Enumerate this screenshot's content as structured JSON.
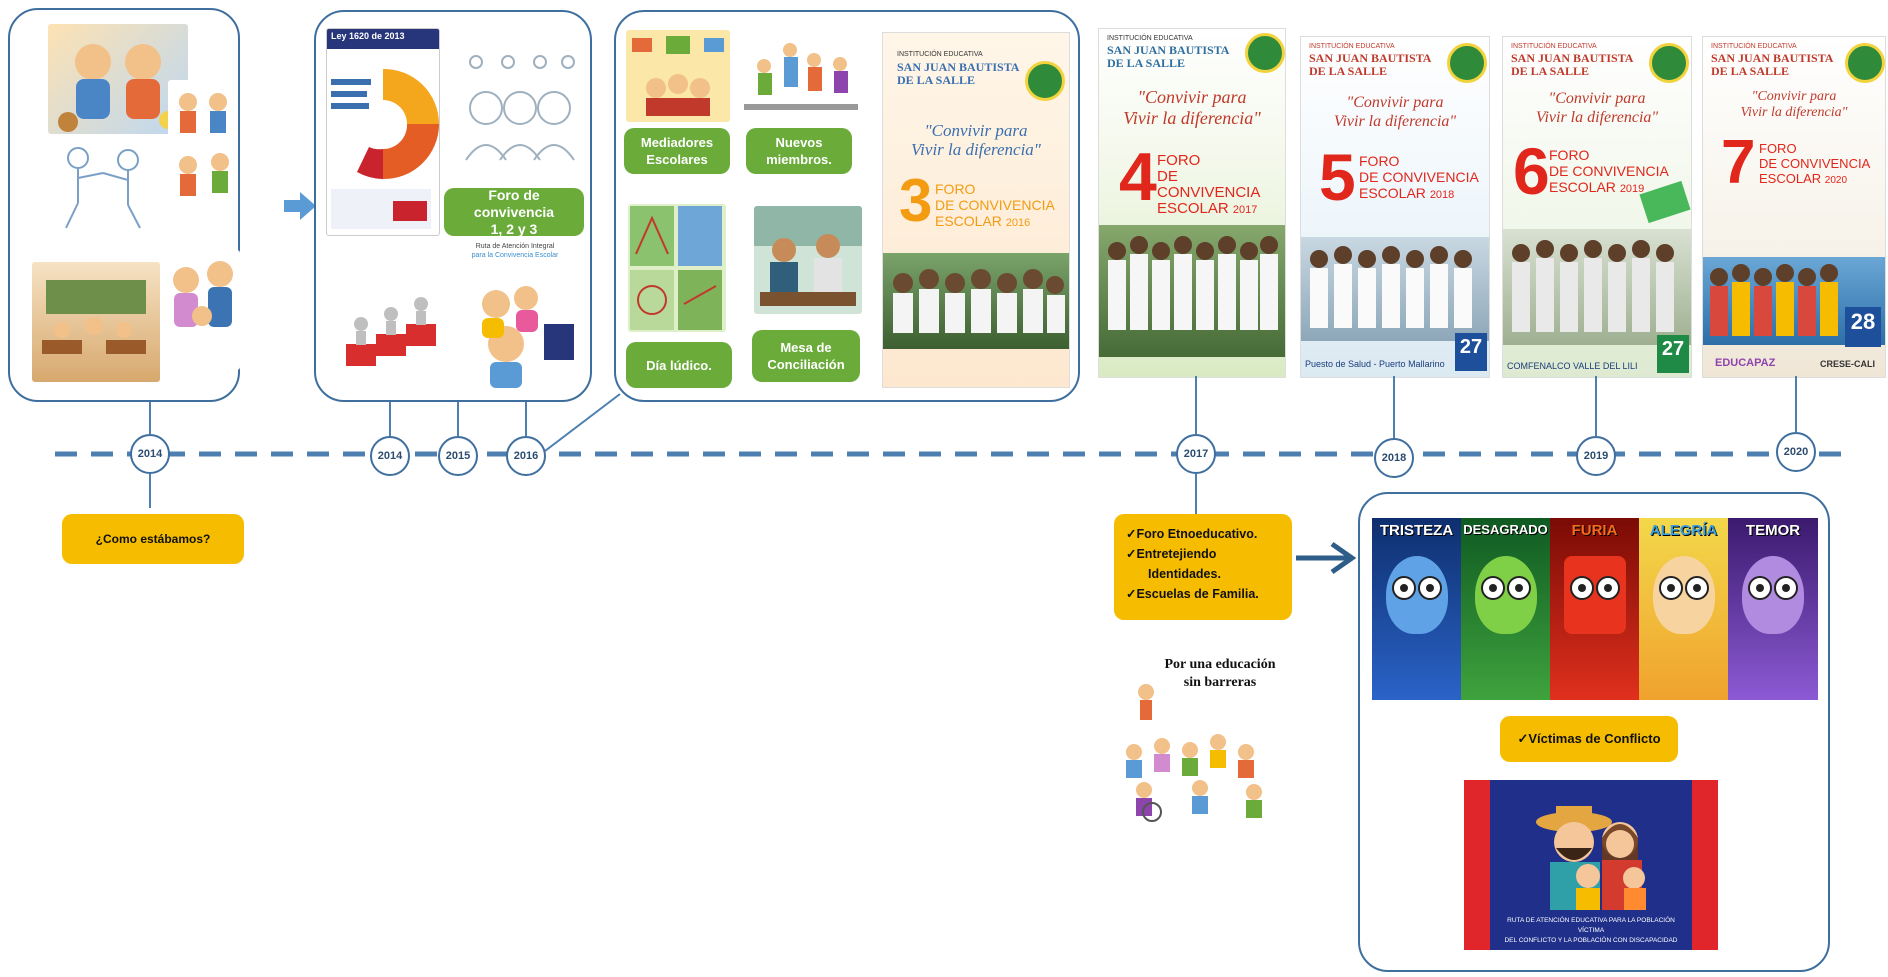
{
  "colors": {
    "panel_border": "#3f6f9f",
    "timeline": "#4d7fb0",
    "green_pill": "#6aab3a",
    "yellow_pill": "#f6bd00",
    "foro_red": "#e1261c"
  },
  "timeline": {
    "years": [
      "2014",
      "2014",
      "2015",
      "2016",
      "2017",
      "2018",
      "2019",
      "2020"
    ]
  },
  "left_callout": "¿Como estábamos?",
  "panel2": {
    "ley_title": "Ley 1620 de 2013",
    "foro_pill": [
      "Foro de convivencia",
      "1, 2 y 3"
    ],
    "ruta_line1": "Ruta de Atención Integral",
    "ruta_line2": "para la Convivencia Escolar"
  },
  "panel3": {
    "mediadores": [
      "Mediadores",
      "Escolares"
    ],
    "nuevos": [
      "Nuevos",
      "miembros."
    ],
    "dia_ludico": "Día lúdico.",
    "mesa": [
      "Mesa de",
      "Conciliación"
    ]
  },
  "posters": [
    {
      "edition": "3",
      "institution": "INSTITUCIÓN EDUCATIVA",
      "school": [
        "SAN JUAN BAUTISTA",
        "DE LA SALLE"
      ],
      "slogan": [
        "\"Convivir para",
        "Vivir la diferencia\""
      ],
      "foro": [
        "FORO",
        "DE CONVIVENCIA",
        "ESCOLAR"
      ],
      "year": "2016"
    },
    {
      "edition": "4",
      "institution": "INSTITUCIÓN EDUCATIVA",
      "school": [
        "SAN JUAN BAUTISTA",
        "DE LA SALLE"
      ],
      "slogan": [
        "\"Convivir para",
        "Vivir la diferencia\""
      ],
      "foro": [
        "FORO",
        "DE CONVIVENCIA",
        "ESCOLAR"
      ],
      "year": "2017"
    },
    {
      "edition": "5",
      "institution": "INSTITUCIÓN EDUCATIVA",
      "school": [
        "SAN JUAN BAUTISTA",
        "DE LA SALLE"
      ],
      "slogan": [
        "\"Convivir para",
        "Vivir la diferencia\""
      ],
      "foro": [
        "FORO",
        "DE CONVIVENCIA",
        "ESCOLAR"
      ],
      "year": "2018",
      "venue": "Puesto de Salud - Puerto Mallarino",
      "day": "27"
    },
    {
      "edition": "6",
      "institution": "INSTITUCIÓN EDUCATIVA",
      "school": [
        "SAN JUAN BAUTISTA",
        "DE LA SALLE"
      ],
      "slogan": [
        "\"Convivir para",
        "Vivir la diferencia\""
      ],
      "foro": [
        "FORO",
        "DE CONVIVENCIA",
        "ESCOLAR"
      ],
      "year": "2019",
      "venue": "COMFENALCO VALLE DEL LILI",
      "day": "27"
    },
    {
      "edition": "7",
      "institution": "INSTITUCIÓN EDUCATIVA",
      "school": [
        "SAN JUAN BAUTISTA",
        "DE LA SALLE"
      ],
      "slogan": [
        "\"Convivir para",
        "Vivir la diferencia\""
      ],
      "foro": [
        "FORO",
        "DE CONVIVENCIA",
        "ESCOLAR"
      ],
      "year": "2020",
      "day": "28",
      "brand_left": "EDUCAPAZ",
      "brand_right": "CRESE-CALI"
    }
  ],
  "box_2017": {
    "items": [
      "✓Foro Etnoeducativo.",
      "✓Entretejiendo",
      "Identidades.",
      "✓Escuelas de Familia."
    ]
  },
  "education_caption": [
    "Por una educación",
    "sin barreras"
  ],
  "emotions": [
    "TRISTEZA",
    "DESAGRADO",
    "FURIA",
    "ALEGRÍA",
    "TEMOR"
  ],
  "victims_pill": "✓Víctimas de Conflicto",
  "ruta_victimas": [
    "RUTA DE ATENCIÓN EDUCATIVA PARA LA POBLACIÓN VÍCTIMA",
    "DEL CONFLICTO Y LA POBLACIÓN CON DISCAPACIDAD"
  ]
}
